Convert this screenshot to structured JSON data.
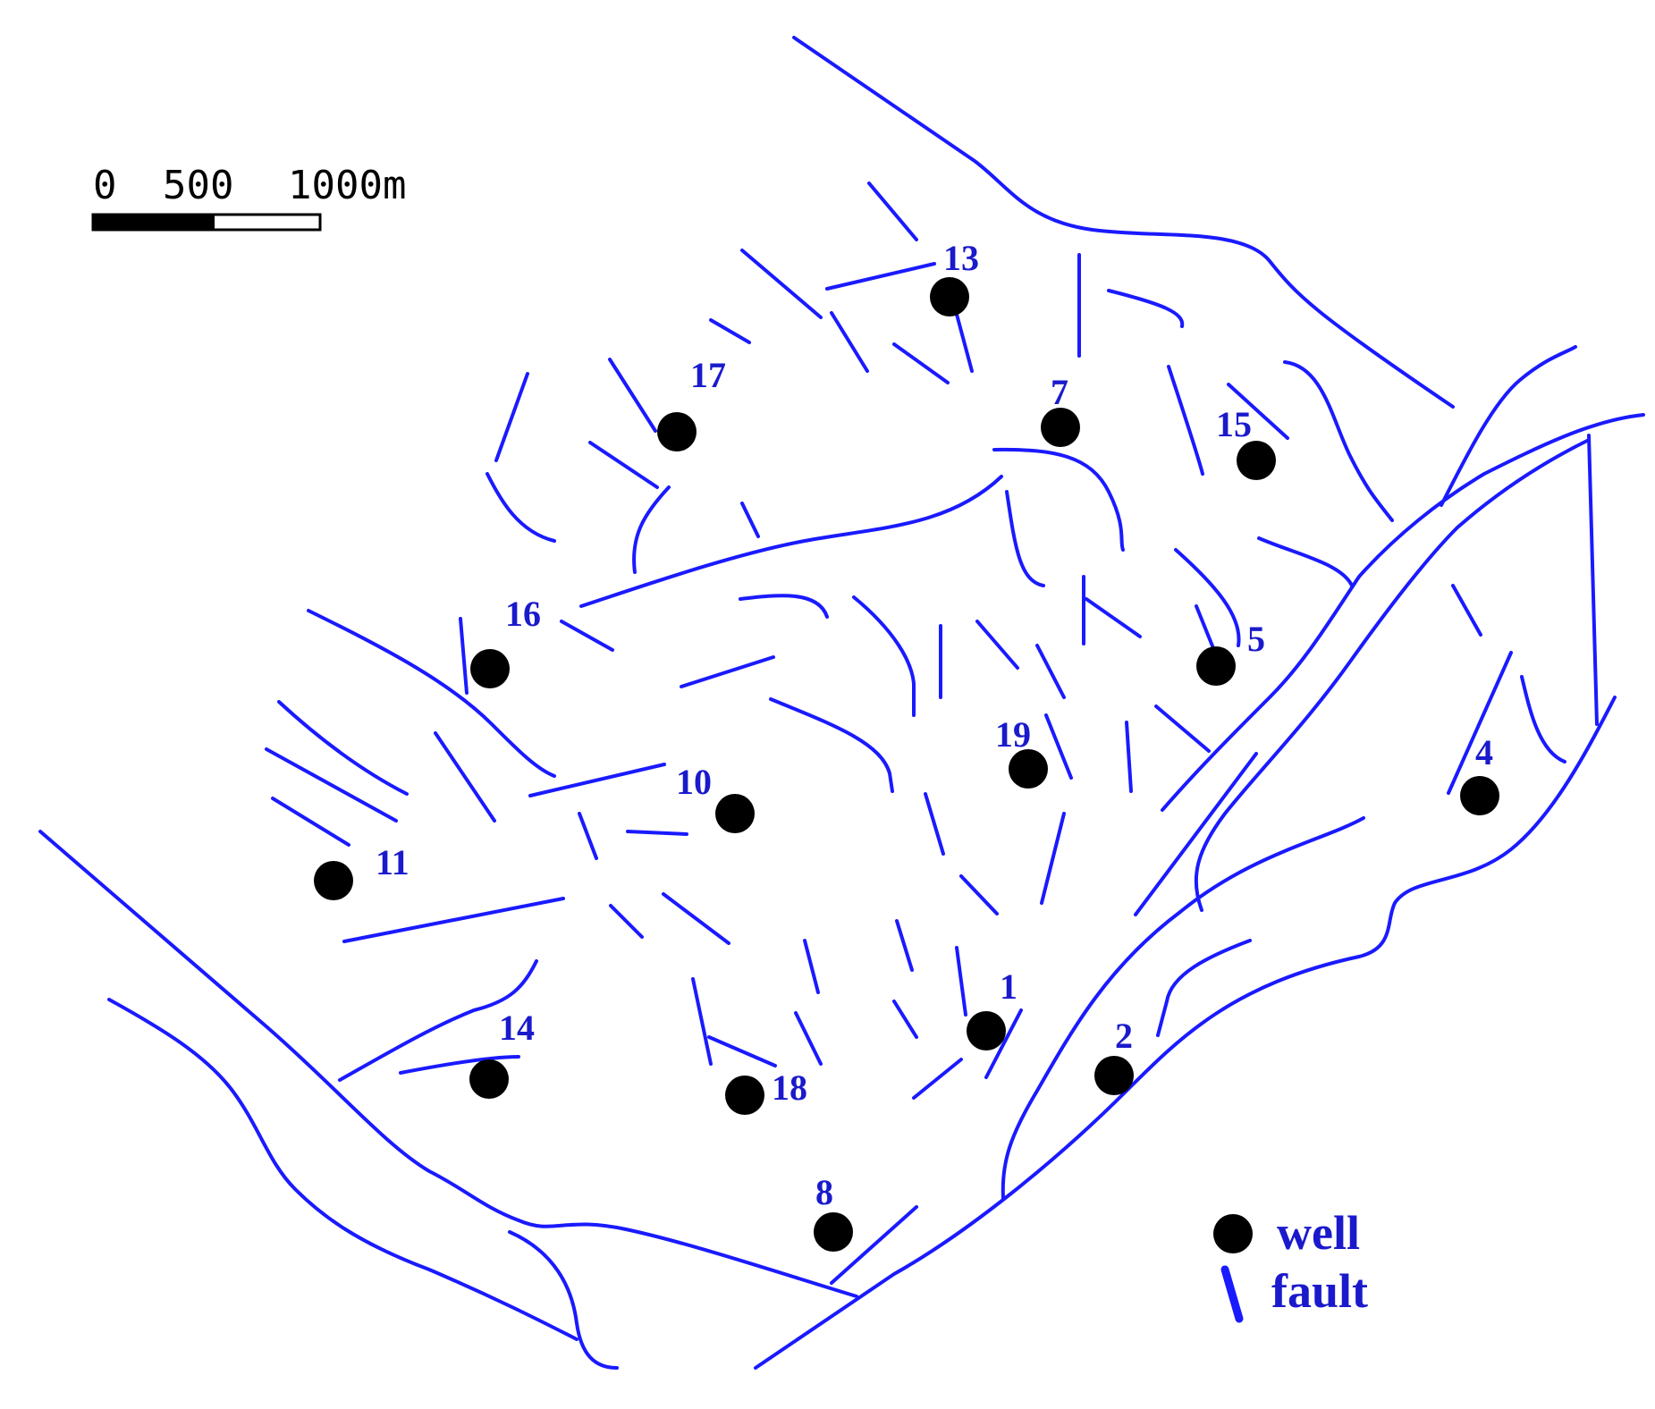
{
  "colors": {
    "fault": "#1a1aff",
    "well": "#000000",
    "label": "#1a1acc",
    "scale_bar": "#000000"
  },
  "scale_bar": {
    "labels": [
      "0",
      "500",
      "1000m"
    ]
  },
  "legend": {
    "well_label": "well",
    "fault_label": "fault"
  },
  "wells": [
    {
      "id": "13"
    },
    {
      "id": "17"
    },
    {
      "id": "7"
    },
    {
      "id": "15"
    },
    {
      "id": "16"
    },
    {
      "id": "5"
    },
    {
      "id": "19"
    },
    {
      "id": "10"
    },
    {
      "id": "4"
    },
    {
      "id": "11"
    },
    {
      "id": "1"
    },
    {
      "id": "14"
    },
    {
      "id": "2"
    },
    {
      "id": "18"
    },
    {
      "id": "8"
    }
  ]
}
